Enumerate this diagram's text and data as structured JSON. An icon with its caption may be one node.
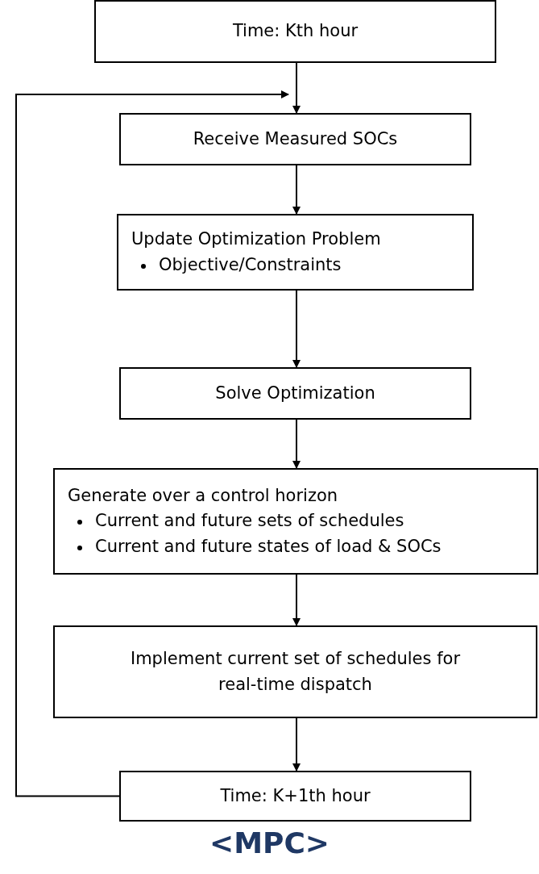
{
  "diagram": {
    "caption": "<MPC>",
    "nodes": [
      {
        "text": [
          "Time: Kth hour"
        ]
      },
      {
        "text": [
          "Receive Measured SOCs"
        ]
      },
      {
        "text": [
          "Update Optimization Problem",
          "Objective/Constraints"
        ]
      },
      {
        "text": [
          "Solve Optimization"
        ]
      },
      {
        "text": [
          "Generate over a control horizon",
          "Current and future sets of schedules",
          "Current and future states of load & SOCs"
        ]
      },
      {
        "text": [
          "Implement current set of schedules for real-time dispatch"
        ]
      },
      {
        "text": [
          "Time: K+1th hour"
        ]
      }
    ],
    "edges": [
      {
        "from": 0,
        "to": 1,
        "arrow": "to"
      },
      {
        "from": 1,
        "to": 2,
        "arrow": "to"
      },
      {
        "from": 2,
        "to": 3,
        "arrow": "to"
      },
      {
        "from": 3,
        "to": 4,
        "arrow": "to"
      },
      {
        "from": 4,
        "to": 5,
        "arrow": "to"
      },
      {
        "from": 5,
        "to": 6,
        "arrow": "to"
      },
      {
        "from": 6,
        "to": 1,
        "arrow": "to"
      }
    ]
  }
}
